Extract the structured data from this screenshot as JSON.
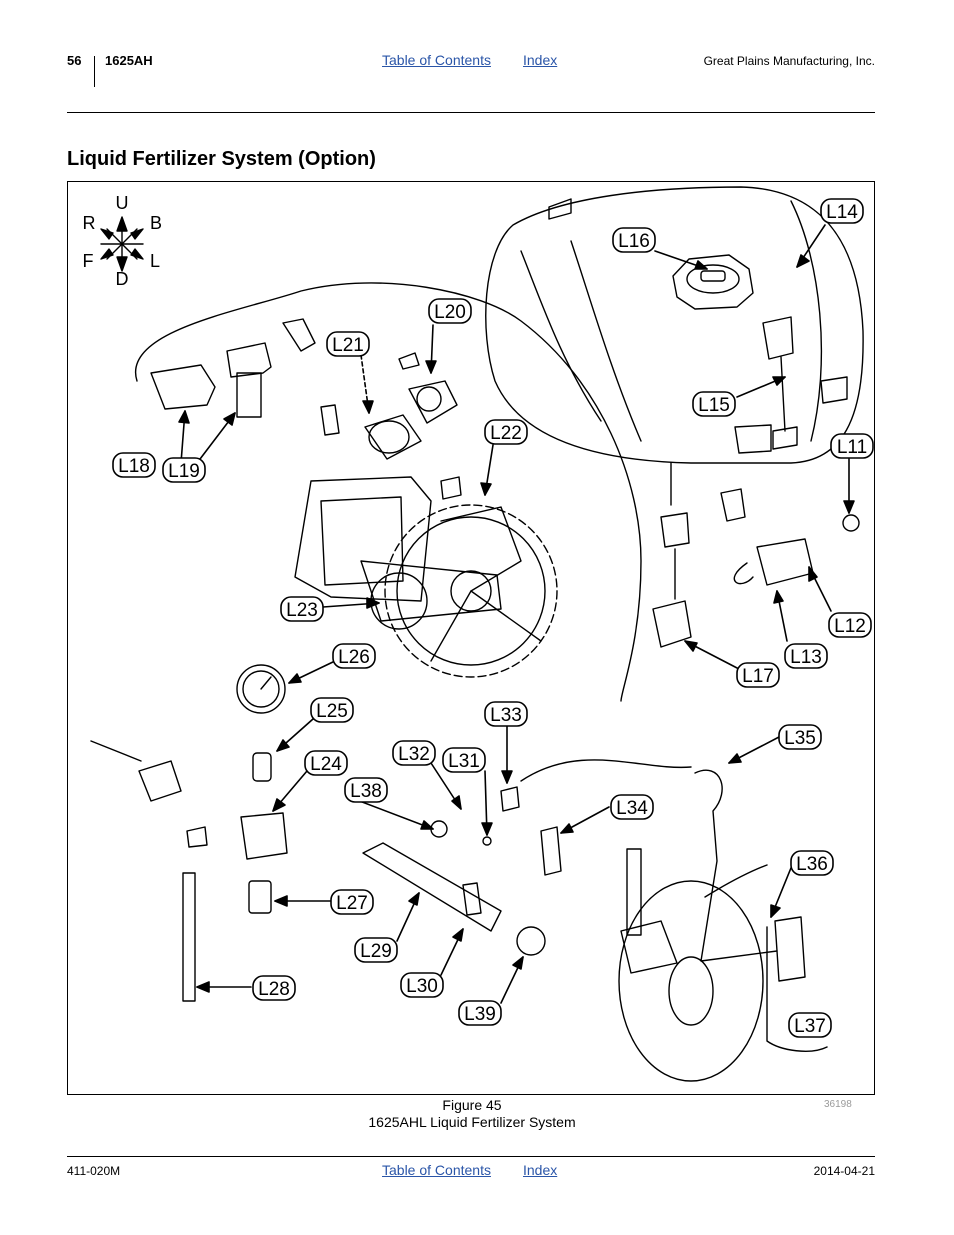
{
  "header": {
    "page_number": "56",
    "model": "1625AH",
    "toc_link": "Table of Contents",
    "index_link": "Index",
    "company": "Great Plains Manufacturing, Inc."
  },
  "section_title": "Liquid Fertilizer System (Option)",
  "figure": {
    "compass": {
      "up": "U",
      "down": "D",
      "rear": "R",
      "back": "B",
      "front": "F",
      "left": "L"
    },
    "callouts": [
      "L11",
      "L12",
      "L13",
      "L14",
      "L15",
      "L16",
      "L17",
      "L18",
      "L19",
      "L20",
      "L21",
      "L22",
      "L23",
      "L24",
      "L25",
      "L26",
      "L27",
      "L28",
      "L29",
      "L30",
      "L31",
      "L32",
      "L33",
      "L34",
      "L35",
      "L36",
      "L37",
      "L38",
      "L39"
    ],
    "caption_line1": "Figure 45",
    "caption_line2": "1625AHL Liquid Fertilizer System",
    "drawing_id": "36198"
  },
  "footer": {
    "doc_number": "411-020M",
    "toc_link": "Table of Contents",
    "index_link": "Index",
    "date": "2014-04-21"
  }
}
